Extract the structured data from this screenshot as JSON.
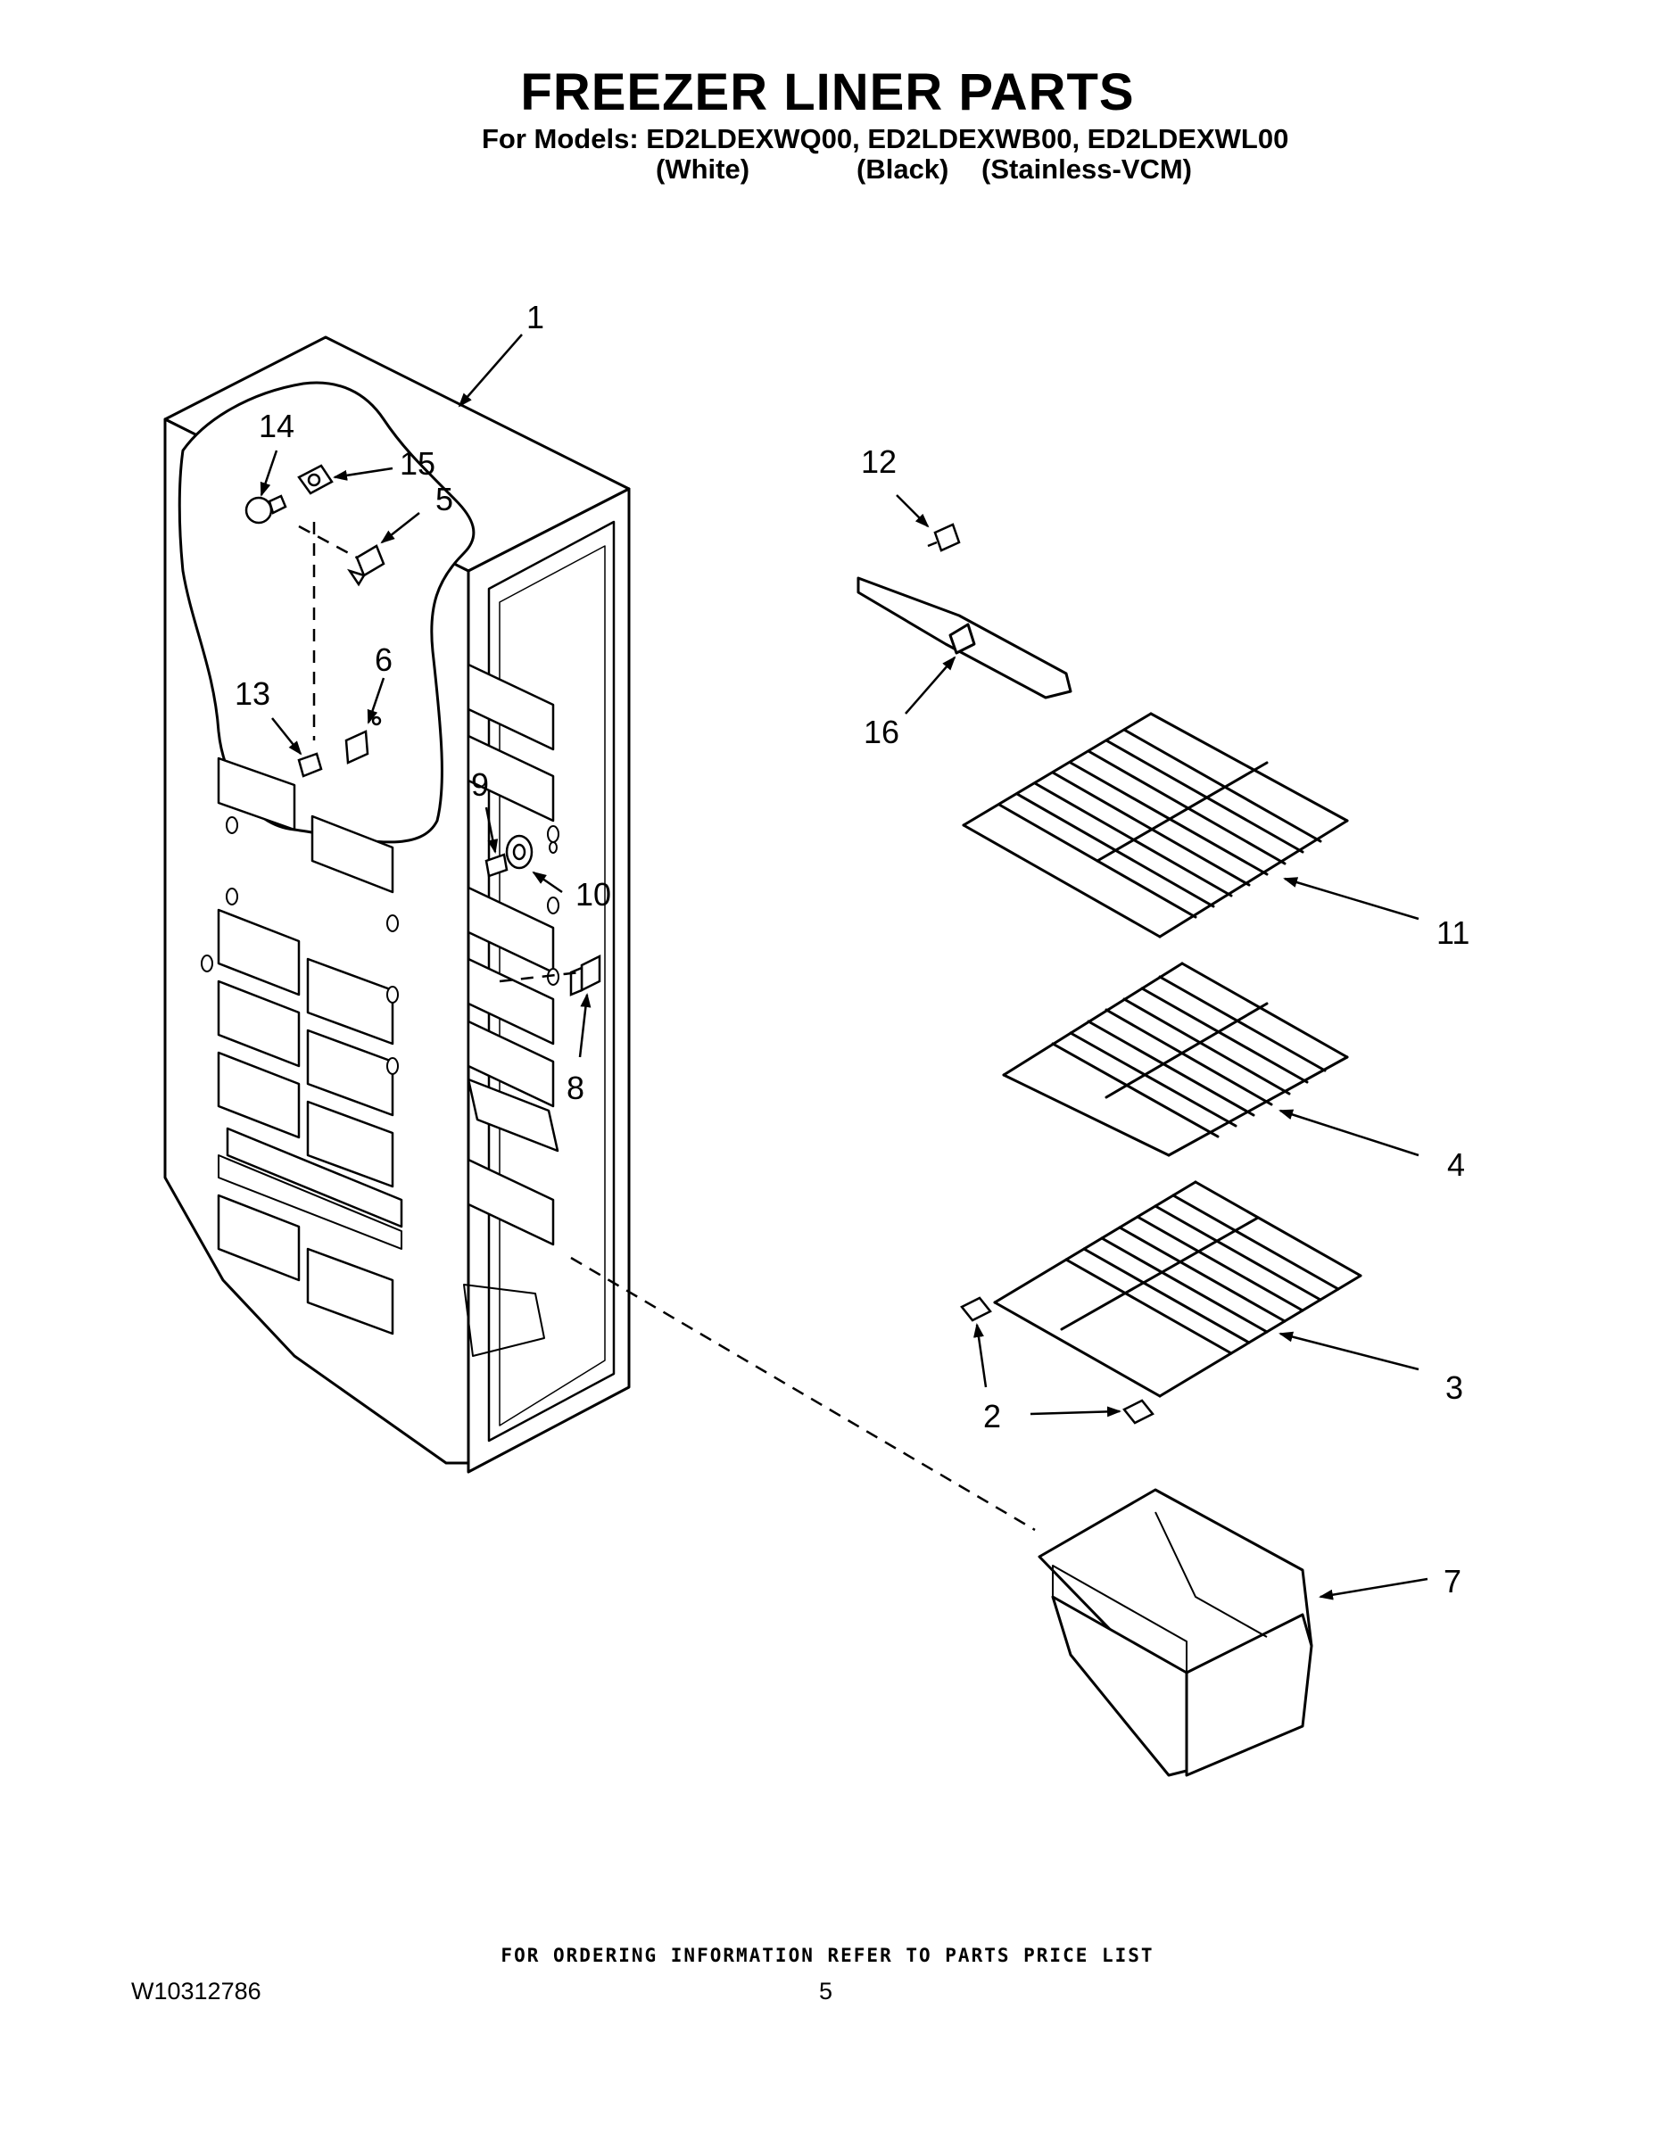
{
  "header": {
    "title": "FREEZER LINER PARTS",
    "models_line": "For Models: ED2LDEXWQ00, ED2LDEXWB00, ED2LDEXWL00",
    "variants": [
      "(White)",
      "(Black)",
      "(Stainless-VCM)"
    ]
  },
  "callouts": {
    "c1": "1",
    "c2": "2",
    "c3": "3",
    "c4": "4",
    "c5": "5",
    "c6": "6",
    "c7": "7",
    "c8": "8",
    "c9": "9",
    "c10": "10",
    "c11": "11",
    "c12": "12",
    "c13": "13",
    "c14": "14",
    "c15": "15",
    "c16": "16"
  },
  "footer": {
    "ordering_note": "FOR ORDERING INFORMATION REFER TO PARTS PRICE LIST",
    "document_number": "W10312786",
    "page_number": "5"
  }
}
